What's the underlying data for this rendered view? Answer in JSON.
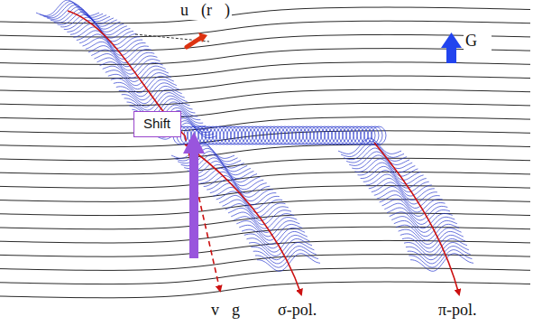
{
  "diagram": {
    "nodes": [
      {
        "text": [
          "Shift"
        ]
      }
    ],
    "labels": [
      "u⃗(r⃗)",
      "G⃗",
      "v⃗g",
      "σ-pol.",
      "π-pol."
    ]
  }
}
